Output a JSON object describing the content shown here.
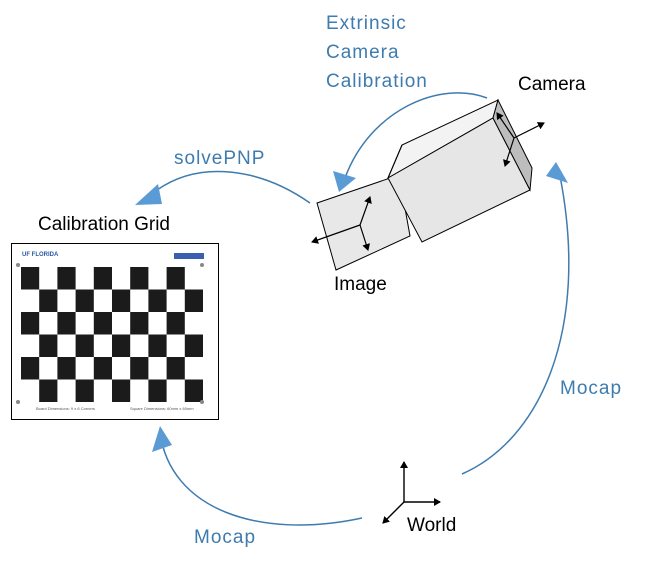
{
  "labels": {
    "extrinsic_lines": [
      "Extrinsic",
      "Camera",
      "Calibration"
    ],
    "camera": "Camera",
    "solvepnp": "solvePNP",
    "calibration_grid": "Calibration Grid",
    "image": "Image",
    "mocap_right": "Mocap",
    "mocap_bottom": "Mocap",
    "world": "World"
  },
  "board": {
    "logo_left": "UF FLORIDA",
    "footer_left": "Board Dimensions: 9 x 6 Corners",
    "footer_right": "Square Dimensions: 60mm x 60mm",
    "rows": 6,
    "cols": 10
  },
  "colors": {
    "accent_blue": "#3e7bae",
    "arrow_fill": "#5b9bd5",
    "text": "#000000"
  }
}
